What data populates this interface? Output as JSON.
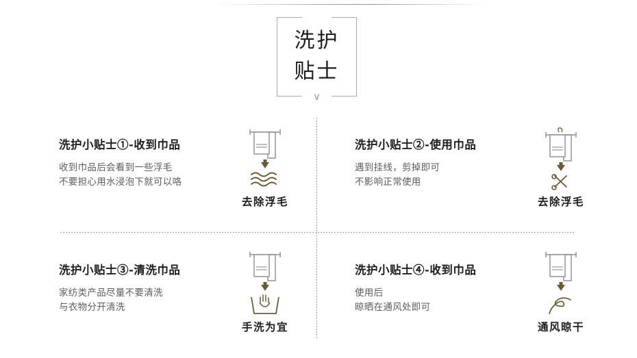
{
  "page": {
    "title_line1": "洗护",
    "title_line2": "贴士",
    "title_chevron": "∨"
  },
  "colors": {
    "background": "#fefefe",
    "heading_text": "#1e1e1e",
    "body_text": "#5d5d5d",
    "divider": "#9d9d9d",
    "frame": "#a9a9a9",
    "icon_outline": "#8d8d8d",
    "icon_accent": "#6b5a35"
  },
  "tips": [
    {
      "heading": "洗护小贴士①-收到巾品",
      "body": "收到巾品后会看到一些浮毛\n不要担心用水浸泡下就可以咯",
      "icon_label": "去除浮毛",
      "icon_name": "towel-waves-icon"
    },
    {
      "heading": "洗护小贴士②-使用巾品",
      "body": "遇到挂线，剪掉即可\n不影响正常使用",
      "icon_label": "去除浮毛",
      "icon_name": "towel-scissors-icon"
    },
    {
      "heading": "洗护小贴士③-清洗巾品",
      "body": "家纺类产品尽量不要清洗\n与衣物分开清洗",
      "icon_label": "手洗为宜",
      "icon_name": "towel-handwash-icon"
    },
    {
      "heading": "洗护小贴士④-收到巾品",
      "body": "使用后\n晾晒在通风处即可",
      "icon_label": "通风晾干",
      "icon_name": "towel-airdry-icon"
    }
  ]
}
